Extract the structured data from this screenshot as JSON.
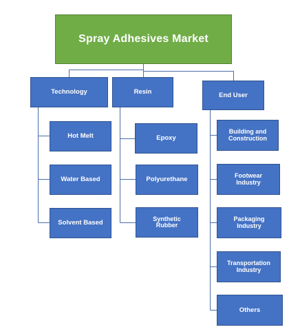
{
  "colors": {
    "root_fill": "#70AD47",
    "root_border": "#548235",
    "node_fill": "#4472C4",
    "node_border": "#2F528F",
    "connector": "#4A6DA7",
    "text": "#FFFFFF"
  },
  "root": {
    "label": "Spray Adhesives Market"
  },
  "categories": [
    {
      "label": "Technology",
      "children": [
        {
          "label": "Hot Melt"
        },
        {
          "label": "Water Based"
        },
        {
          "label": "Solvent Based"
        }
      ]
    },
    {
      "label": "Resin",
      "children": [
        {
          "label": "Epoxy"
        },
        {
          "label": "Polyurethane"
        },
        {
          "label": "Synthetic Rubber"
        }
      ]
    },
    {
      "label": "End User",
      "children": [
        {
          "label": "Building and Construction"
        },
        {
          "label": "Footwear Industry"
        },
        {
          "label": "Packaging Industry"
        },
        {
          "label": "Transportation Industry"
        },
        {
          "label": "Others"
        }
      ]
    }
  ]
}
